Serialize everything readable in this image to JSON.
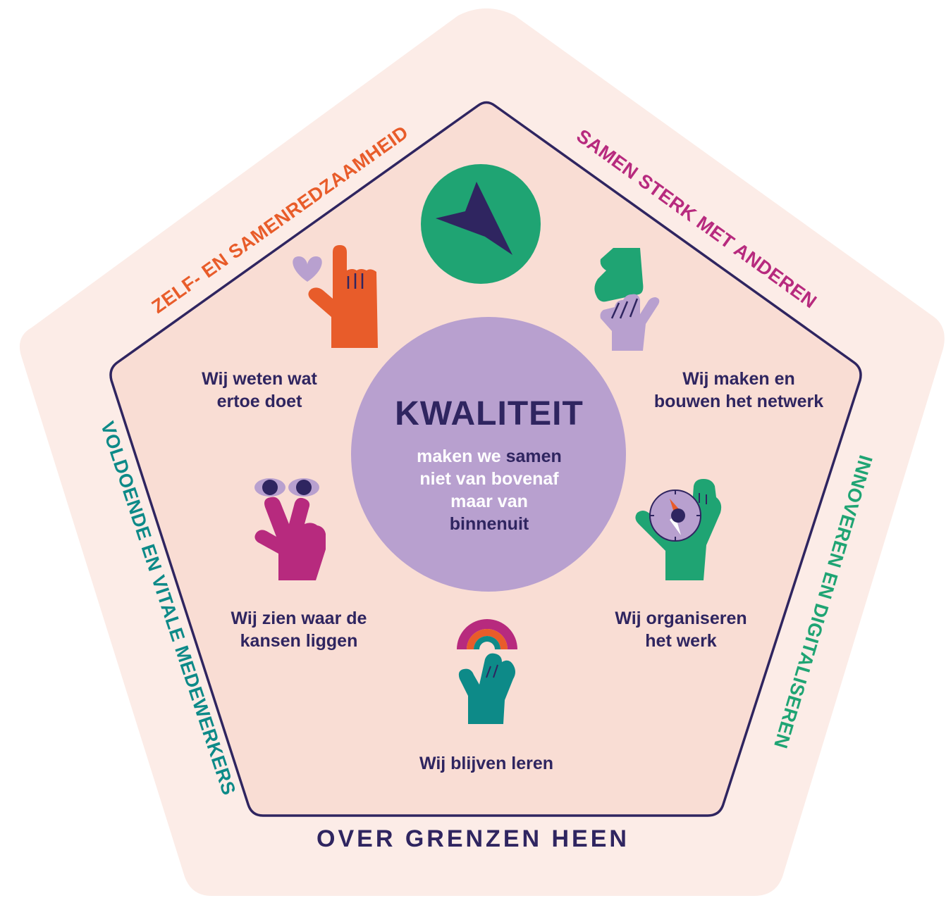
{
  "colors": {
    "outer_bg": "#fcece7",
    "inner_bg": "#f9ddd4",
    "outline": "#2f2560",
    "circle": "#b8a0cf",
    "orange": "#e85c2a",
    "magenta": "#b72a7e",
    "green": "#1fa473",
    "teal": "#0d8a88",
    "lilac": "#b8a0cf",
    "navy": "#2f2560"
  },
  "center": {
    "title": "KWALITEIT",
    "sub_1a": "maken we ",
    "sub_1b": "samen",
    "sub_2": "niet van bovenaf",
    "sub_3": "maar van",
    "sub_4": "binnenuit"
  },
  "edges": {
    "top_left": "ZELF- EN SAMENREDZAAMHEID",
    "top_right": "SAMEN STERK MET ANDEREN",
    "right": "INNOVEREN EN DIGITALISEREN",
    "left": "VOLDOENDE EN VITALE MEDEWERKERS",
    "bottom": "OVER GRENZEN HEEN"
  },
  "statements": {
    "weten_1": "Wij weten wat",
    "weten_2": "ertoe doet",
    "maken_1": "Wij maken en",
    "maken_2": "bouwen het netwerk",
    "zien_1": "Wij zien waar de",
    "zien_2": "kansen liggen",
    "organiseren_1": "Wij organiseren",
    "organiseren_2": "het werk",
    "leren": "Wij blijven leren"
  },
  "icons": [
    "compass-arrow-icon",
    "pointing-hand-heart-icon",
    "holding-hands-icon",
    "peace-hand-eyes-icon",
    "hand-compass-icon",
    "hand-rainbow-icon"
  ]
}
